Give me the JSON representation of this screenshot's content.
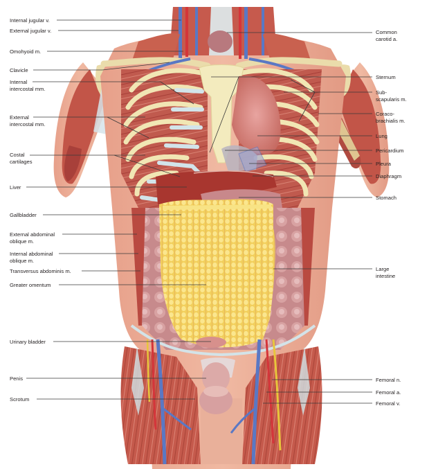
{
  "figure": {
    "subject": "Anterior view of the male trunk showing superficial and deep structures",
    "colors": {
      "muscle": "#c2564a",
      "muscle_light": "#e39682",
      "skin": "#e8a58c",
      "bone": "#f1e6b4",
      "cartilage": "#d2e4ea",
      "vein": "#5a78c4",
      "artery": "#d4353a",
      "nerve": "#e8c63c",
      "omentum": "#f4d760",
      "liver": "#a8362f",
      "gallbladder": "#6fb73e",
      "leader_line": "#3a3a3a",
      "text": "#231f20"
    }
  },
  "labels_left": [
    {
      "id": "internal-jugular-v",
      "text": "Internal jugular v."
    },
    {
      "id": "external-jugular-v",
      "text": "External jugular v."
    },
    {
      "id": "omohyoid-m",
      "text": "Omohyoid m."
    },
    {
      "id": "clavicle",
      "text": "Clavicle"
    },
    {
      "id": "internal-intercostal-mm",
      "text": "Internal\nintercostal mm."
    },
    {
      "id": "external-intercostal-mm",
      "text": "External\nintercostal mm."
    },
    {
      "id": "costal-cartilages",
      "text": "Costal\ncartilages"
    },
    {
      "id": "liver",
      "text": "Liver"
    },
    {
      "id": "gallbladder",
      "text": "Gallbladder"
    },
    {
      "id": "external-abdominal-oblique-m",
      "text": "External abdominal\noblique m."
    },
    {
      "id": "internal-abdominal-oblique-m",
      "text": "Internal abdominal\noblique m."
    },
    {
      "id": "transversus-abdominis-m",
      "text": "Transversus abdominis m."
    },
    {
      "id": "greater-omentum",
      "text": "Greater omentum"
    },
    {
      "id": "urinary-bladder",
      "text": "Urinary bladder"
    },
    {
      "id": "penis",
      "text": "Penis"
    },
    {
      "id": "scrotum",
      "text": "Scrotum"
    }
  ],
  "labels_right": [
    {
      "id": "common-carotid-a",
      "text": "Common\ncarotid a."
    },
    {
      "id": "sternum",
      "text": "Sternum"
    },
    {
      "id": "subscapularis-m",
      "text": "Sub-\nscapularis m."
    },
    {
      "id": "coracobrachialis-m",
      "text": "Coraco-\nbrachialis m."
    },
    {
      "id": "lung",
      "text": "Lung"
    },
    {
      "id": "pericardium",
      "text": "Pericardium"
    },
    {
      "id": "pleura",
      "text": "Pleura"
    },
    {
      "id": "diaphragm",
      "text": "Diaphragm"
    },
    {
      "id": "stomach",
      "text": "Stomach"
    },
    {
      "id": "large-intestine",
      "text": "Large\nintestine"
    },
    {
      "id": "femoral-n",
      "text": "Femoral n."
    },
    {
      "id": "femoral-a",
      "text": "Femoral a."
    },
    {
      "id": "femoral-v",
      "text": "Femoral v."
    }
  ]
}
